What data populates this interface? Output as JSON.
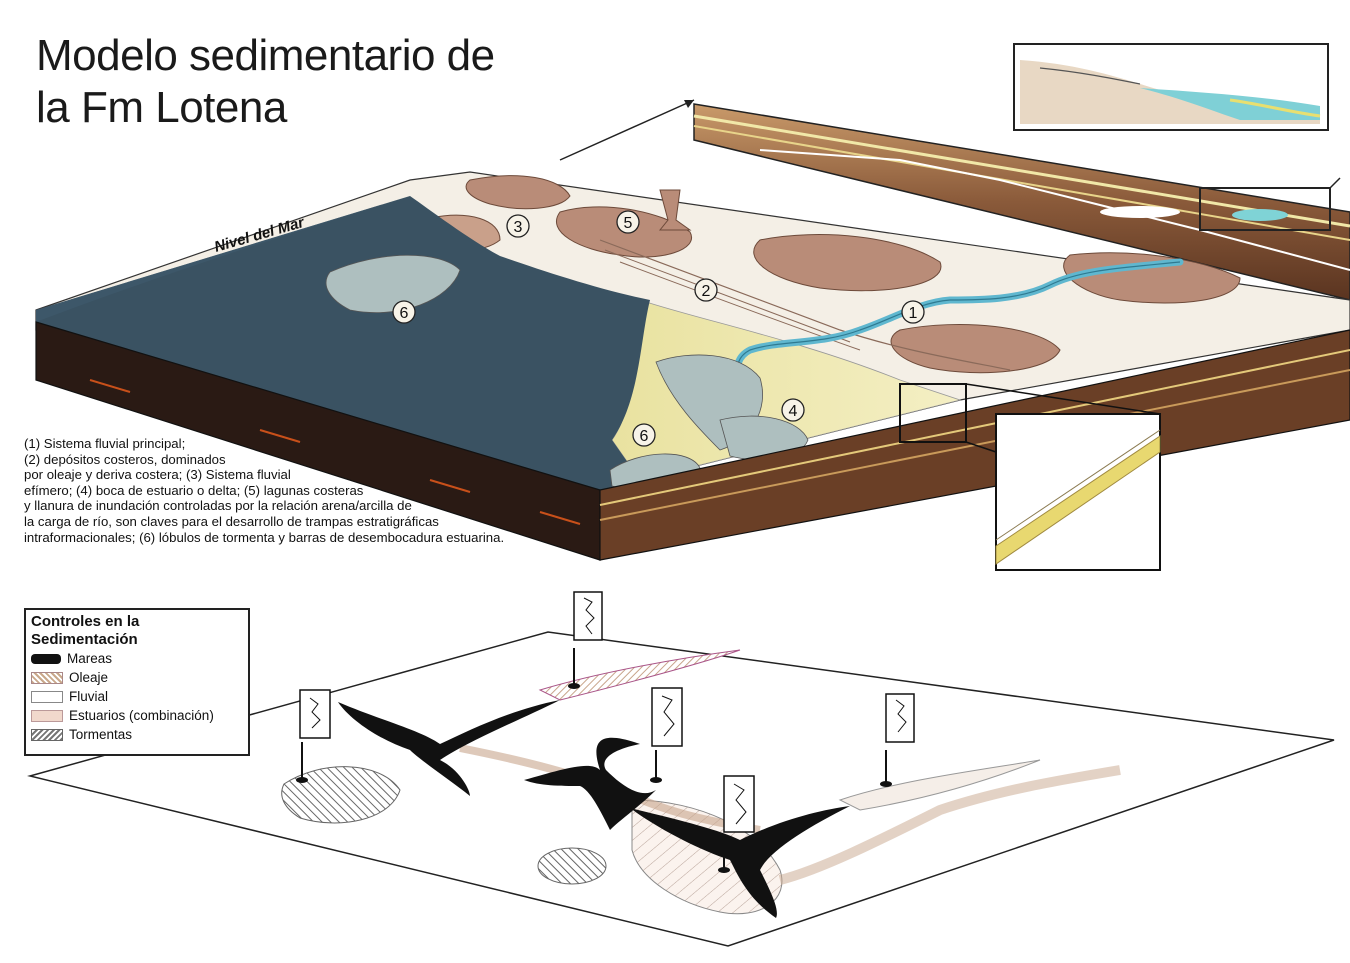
{
  "title": {
    "line1": "Modelo sedimentario de",
    "line2": "la Fm Lotena"
  },
  "sea_level_label": "Nivel del Mar",
  "markers": [
    "1",
    "2",
    "3",
    "4",
    "5",
    "6",
    "6"
  ],
  "caption_lines": [
    "(1) Sistema fluvial principal;",
    "(2) depósitos costeros, dominados",
    "por oleaje y deriva costera; (3) Sistema fluvial",
    "efímero; (4) boca de estuario o delta; (5) lagunas costeras",
    "y llanura de inundación controladas por la relación arena/arcilla de",
    "la carga de río, son claves para el desarrollo de trampas estratigráficas",
    "intraformacionales; (6) lóbulos de tormenta y barras de desembocadura estuarina."
  ],
  "legend": {
    "title_line1": "Controles en la",
    "title_line2": "Sedimentación",
    "items": [
      {
        "label": "Mareas",
        "swatch": "black"
      },
      {
        "label": "Oleaje",
        "swatch": "hatch"
      },
      {
        "label": "Fluvial",
        "swatch": "white"
      },
      {
        "label": "Estuarios (combinación)",
        "swatch": "pink"
      },
      {
        "label": "Tormentas",
        "swatch": "storm"
      }
    ]
  },
  "colors": {
    "sea": "#3a5262",
    "sea_dark": "#1f2a33",
    "block_side": "#2a1a14",
    "sand": "#eee7a6",
    "mud": "#b98c78",
    "river": "#5fb7cf",
    "brown_strata": "#8a5a3a"
  }
}
